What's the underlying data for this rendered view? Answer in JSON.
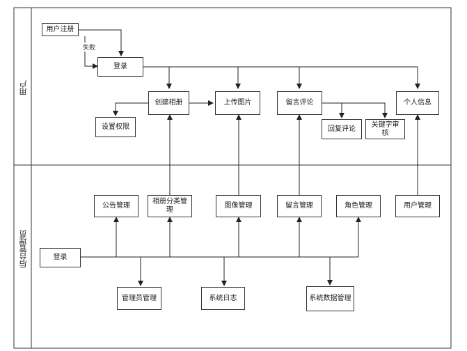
{
  "lanes": {
    "user": "用户",
    "admin": "后台管理员"
  },
  "nodes": {
    "register": "用户注册",
    "login_user": "登录",
    "create_album": "创建相册",
    "set_permission": "设置权限",
    "upload_image": "上传图片",
    "message_comment": "留言评论",
    "reply_comment": "回复评论",
    "keyword_review": "关键字审核",
    "personal_info": "个人信息",
    "announcement_mgmt": "公告管理",
    "album_category_mgmt": "相册分类管理",
    "image_mgmt": "图像管理",
    "message_mgmt": "留言管理",
    "role_mgmt": "角色管理",
    "user_mgmt": "用户管理",
    "login_admin": "登录",
    "admin_mgmt": "管理员管理",
    "system_log": "系统日志",
    "sys_data_mgmt": "系统数据管理"
  },
  "edge_labels": {
    "fail": "失败"
  }
}
